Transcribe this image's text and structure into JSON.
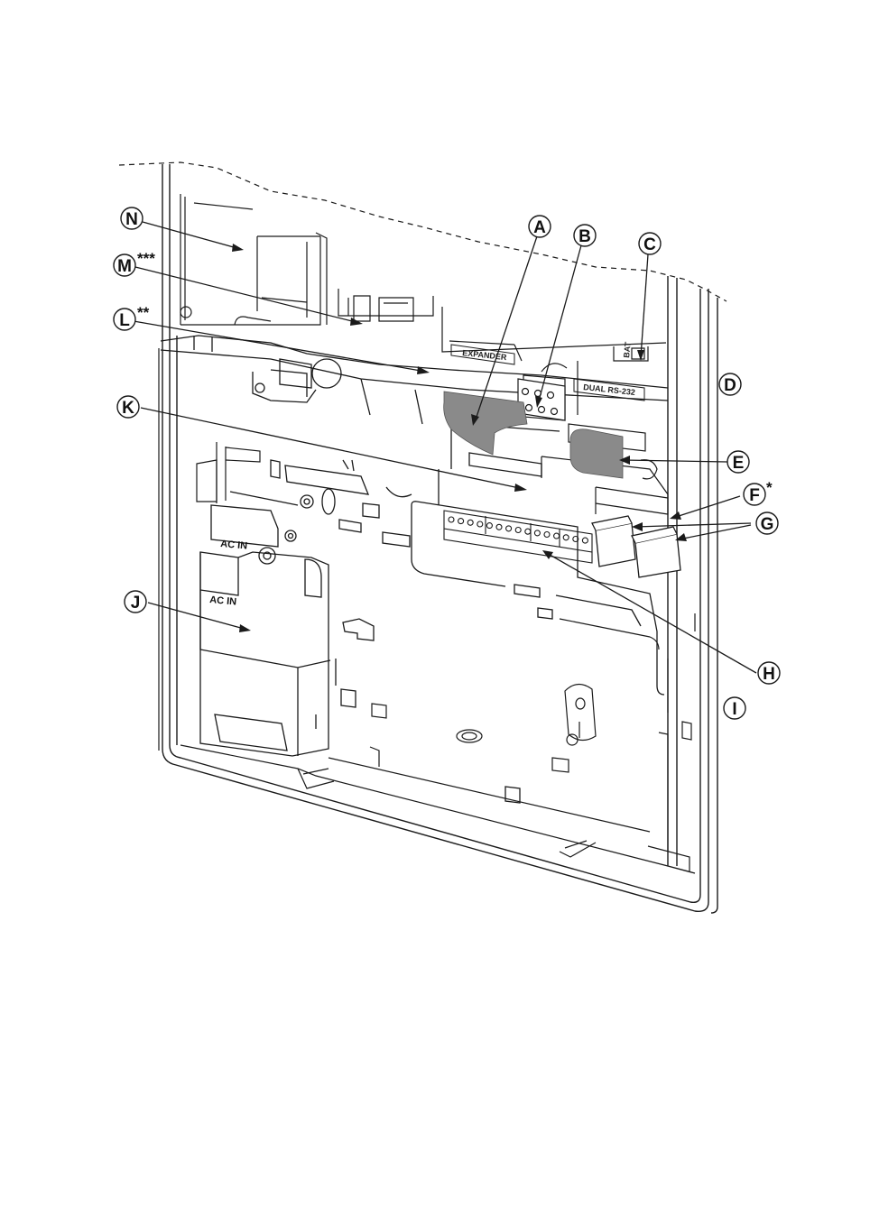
{
  "callouts": {
    "N": {
      "letter": "N",
      "suffix": ""
    },
    "M": {
      "letter": "M",
      "suffix": "***"
    },
    "L": {
      "letter": "L",
      "suffix": "**"
    },
    "K": {
      "letter": "K",
      "suffix": ""
    },
    "J": {
      "letter": "J",
      "suffix": ""
    },
    "A": {
      "letter": "A",
      "suffix": ""
    },
    "B": {
      "letter": "B",
      "suffix": ""
    },
    "C": {
      "letter": "C",
      "suffix": ""
    },
    "D": {
      "letter": "D",
      "suffix": ""
    },
    "E": {
      "letter": "E",
      "suffix": ""
    },
    "F": {
      "letter": "F",
      "suffix": "*"
    },
    "G": {
      "letter": "G",
      "suffix": ""
    },
    "H": {
      "letter": "H",
      "suffix": ""
    },
    "I": {
      "letter": "I",
      "suffix": ""
    }
  },
  "board_labels": {
    "expander": "EXPANDER",
    "dual_rs232": "DUAL RS-232",
    "bat": "BAT"
  },
  "ac_in": {
    "upper": "AC  IN",
    "lower": "AC  IN"
  },
  "colors": {
    "line": "#1a1a1a",
    "ribbon": "#8a8a8a",
    "background": "#ffffff"
  }
}
